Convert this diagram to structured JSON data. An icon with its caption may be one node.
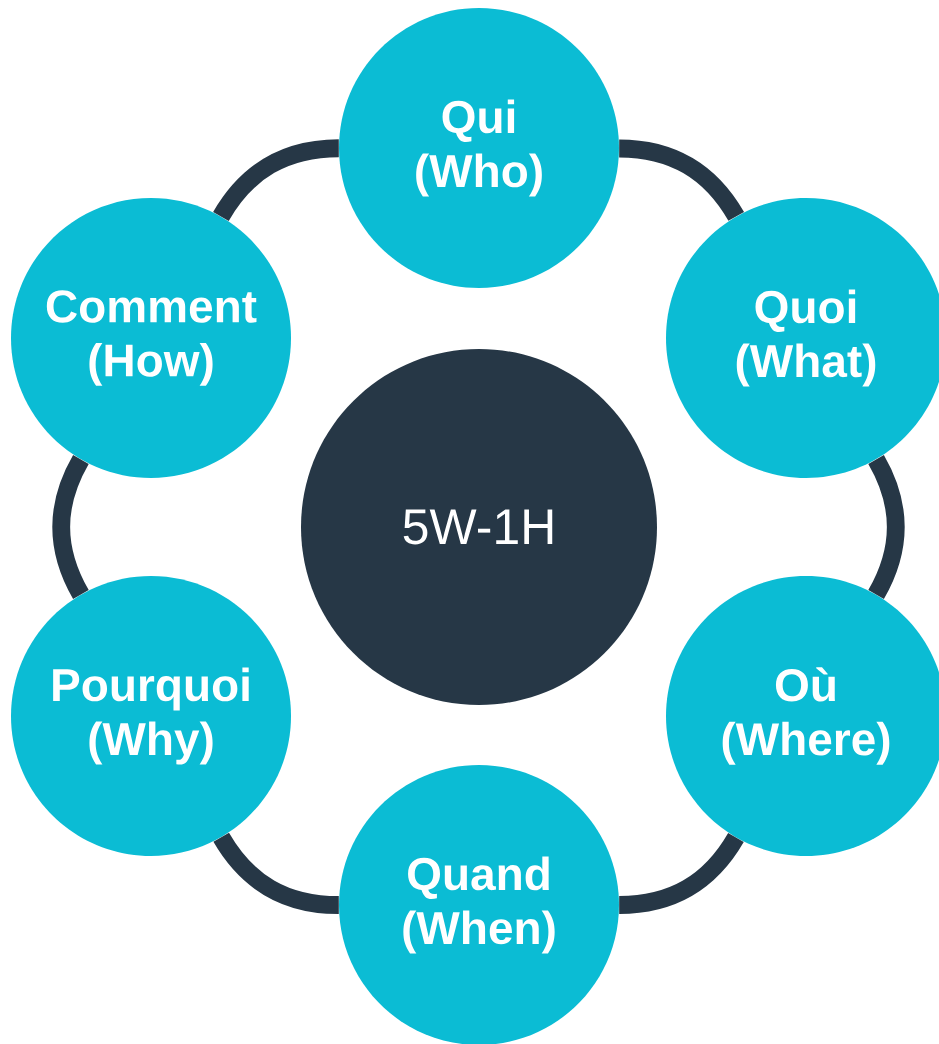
{
  "diagram": {
    "nodes": [
      {
        "text": [
          "5W-1H"
        ]
      },
      {
        "text": [
          "Qui",
          "(Who)"
        ]
      },
      {
        "text": [
          "Quoi",
          "(What)"
        ]
      },
      {
        "text": [
          "Où",
          "(Where)"
        ]
      },
      {
        "text": [
          "Quand",
          "(When)"
        ]
      },
      {
        "text": [
          "Pourquoi",
          "(Why)"
        ]
      },
      {
        "text": [
          "Comment",
          "(How)"
        ]
      }
    ],
    "edges": [
      {
        "from": 1,
        "to": 2,
        "arrow": "none"
      },
      {
        "from": 2,
        "to": 3,
        "arrow": "none"
      },
      {
        "from": 3,
        "to": 4,
        "arrow": "none"
      },
      {
        "from": 4,
        "to": 5,
        "arrow": "none"
      },
      {
        "from": 5,
        "to": 6,
        "arrow": "none"
      },
      {
        "from": 6,
        "to": 1,
        "arrow": "none"
      }
    ]
  }
}
